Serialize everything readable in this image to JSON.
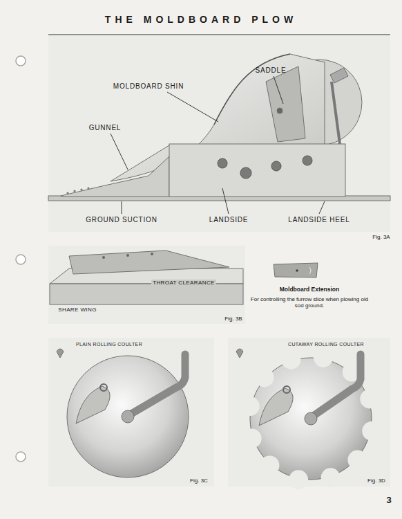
{
  "diagram": {
    "title": "THE MOLDBOARD PLOW",
    "labels": [
      "SADDLE",
      "MOLDBOARD SHIN",
      "GUNNEL",
      "GROUND SUCTION",
      "LANDSIDE",
      "LANDSIDE HEEL",
      "Fig. 3A",
      "SHARE WING",
      "THROAT CLEARANCE",
      "Fig. 3B",
      "Moldboard Extension",
      "For controlling the furrow slice when plowing old sod ground.",
      "PLAIN ROLLING COULTER",
      "Fig. 3C",
      "CUTAWAY ROLLING COULTER",
      "Fig. 3D",
      "3"
    ]
  }
}
